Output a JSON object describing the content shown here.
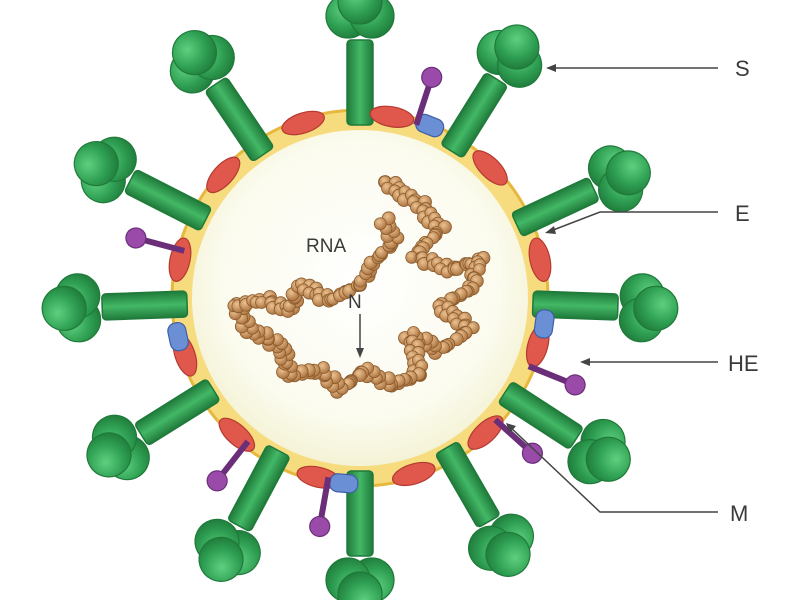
{
  "labels": {
    "spike": "S",
    "envelope": "E",
    "hemagglutinin_esterase": "HE",
    "membrane": "M",
    "rna": "RNA",
    "nucleocapsid": "N"
  },
  "colors": {
    "spike_green": "#2e9e52",
    "spike_dark": "#1f7a3a",
    "envelope_fill": "#f6dc7e",
    "envelope_edge": "#e6b840",
    "interior": "#fbfbee",
    "m_protein": "#e0574b",
    "e_protein": "#6b8fd4",
    "he_protein": "#9a4aa8",
    "rna_bead": "#c98f55"
  }
}
